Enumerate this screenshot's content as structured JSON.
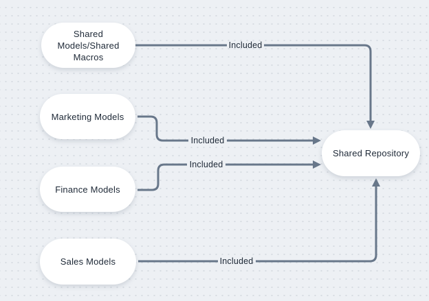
{
  "diagram": {
    "type": "flowchart",
    "background_color": "#edf0f4",
    "dot_grid_color": "#d7dce2",
    "connector_color": "#68778a",
    "node_fill_color": "#ffffff",
    "text_color": "#1d2836",
    "nodes": [
      {
        "id": "shared-models",
        "label": "Shared Models/Shared Macros",
        "label_wrapped": "Shared\nModels/Shared\nMacros"
      },
      {
        "id": "marketing-models",
        "label": "Marketing Models"
      },
      {
        "id": "finance-models",
        "label": "Finance Models"
      },
      {
        "id": "sales-models",
        "label": "Sales Models"
      },
      {
        "id": "shared-repository",
        "label": "Shared Repository"
      }
    ],
    "edges": [
      {
        "from": "shared-models",
        "to": "shared-repository",
        "label": "Included",
        "enters_at": "top"
      },
      {
        "from": "marketing-models",
        "to": "shared-repository",
        "label": "Included",
        "enters_at": "left"
      },
      {
        "from": "finance-models",
        "to": "shared-repository",
        "label": "Included",
        "enters_at": "left"
      },
      {
        "from": "sales-models",
        "to": "shared-repository",
        "label": "Included",
        "enters_at": "bottom"
      }
    ]
  }
}
